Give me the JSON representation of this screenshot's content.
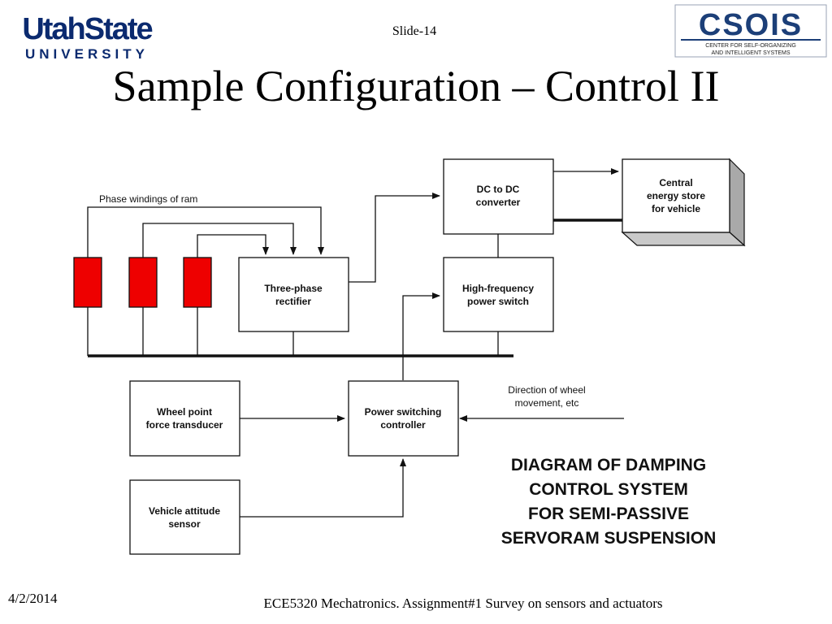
{
  "slide": {
    "number": "Slide-14",
    "title": "Sample Configuration – Control II",
    "footer_date": "4/2/2014",
    "footer_text": "ECE5320 Mechatronics. Assignment#1 Survey on sensors and actuators"
  },
  "logos": {
    "usu": {
      "line1": "UtahState",
      "line2": "UNIVERSITY",
      "color": "#0b2a6f"
    },
    "csois": {
      "mark": "CSOIS",
      "sub1": "CENTER FOR SELF-ORGANIZING",
      "sub2": "AND INTELLIGENT SYSTEMS",
      "color": "#1c3f78"
    }
  },
  "diagram": {
    "phase_windings_label": "Phase windings of ram",
    "winding_color": "#ee0000",
    "blocks": {
      "rectifier": [
        "Three-phase",
        "rectifier"
      ],
      "dc_converter": [
        "DC to DC",
        "converter"
      ],
      "energy_store": [
        "Central",
        "energy store",
        "for vehicle"
      ],
      "hf_switch": [
        "High-frequency",
        "power switch"
      ],
      "transducer": [
        "Wheel point",
        "force transducer"
      ],
      "controller": [
        "Power switching",
        "controller"
      ],
      "attitude": [
        "Vehicle attitude",
        "sensor"
      ]
    },
    "direction_label": [
      "Direction of wheel",
      "movement, etc"
    ],
    "caption": [
      "DIAGRAM OF DAMPING",
      "CONTROL SYSTEM",
      "FOR SEMI-PASSIVE",
      "SERVORAM SUSPENSION"
    ]
  }
}
